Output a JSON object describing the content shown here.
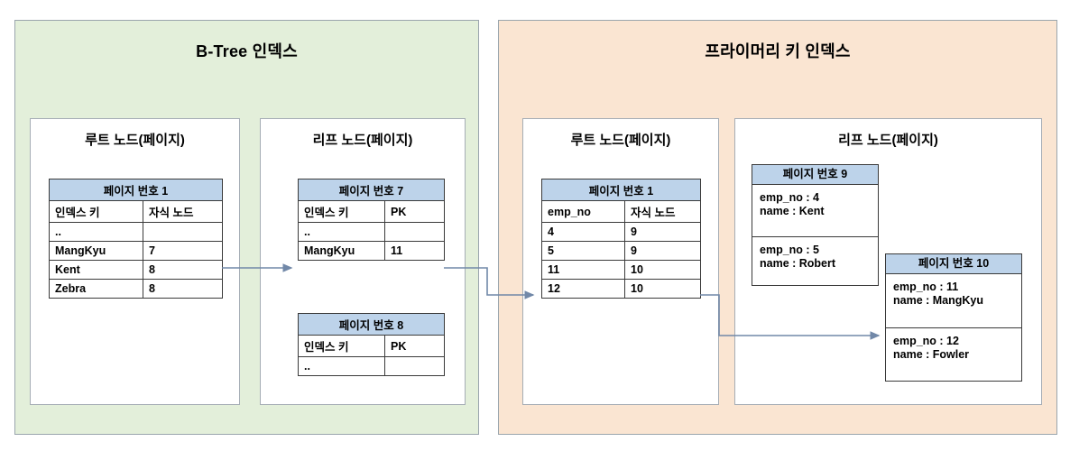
{
  "left_panel": {
    "title": "B-Tree 인덱스",
    "bg_color": "#e3efda",
    "root_node": {
      "title": "루트 노드(페이지)",
      "table": {
        "page_header": "페이지 번호 1",
        "columns": [
          "인덱스 키",
          "자식 노드"
        ],
        "rows": [
          [
            "..",
            ""
          ],
          [
            "MangKyu",
            "7"
          ],
          [
            "Kent",
            "8"
          ],
          [
            "Zebra",
            "8"
          ]
        ]
      }
    },
    "leaf_node": {
      "title": "리프 노드(페이지)",
      "tables": [
        {
          "page_header": "페이지 번호 7",
          "columns": [
            "인덱스 키",
            "PK"
          ],
          "rows": [
            [
              "..",
              ""
            ],
            [
              "MangKyu",
              "11"
            ]
          ]
        },
        {
          "page_header": "페이지 번호 8",
          "columns": [
            "인덱스 키",
            "PK"
          ],
          "rows": [
            [
              "..",
              ""
            ]
          ]
        }
      ]
    }
  },
  "right_panel": {
    "title": "프라이머리 키 인덱스",
    "bg_color": "#fae5d2",
    "root_node": {
      "title": "루트 노드(페이지)",
      "table": {
        "page_header": "페이지 번호 1",
        "columns": [
          "emp_no",
          "자식 노드"
        ],
        "rows": [
          [
            "4",
            "9"
          ],
          [
            "5",
            "9"
          ],
          [
            "11",
            "10"
          ],
          [
            "12",
            "10"
          ]
        ]
      }
    },
    "leaf_node": {
      "title": "리프 노드(페이지)",
      "pages": [
        {
          "page_header": "페이지 번호 9",
          "records": [
            "emp_no : 4\nname : Kent",
            "emp_no : 5\nname : Robert"
          ]
        },
        {
          "page_header": "페이지 번호 10",
          "records": [
            "emp_no : 11\nname : MangKyu",
            "emp_no : 12\nname : Fowler"
          ]
        }
      ]
    }
  },
  "colors": {
    "table_header": "#bdd3ea",
    "arrow": "#7188a8",
    "panel_border": "#9aa5ad",
    "node_border": "#a5adb5"
  }
}
